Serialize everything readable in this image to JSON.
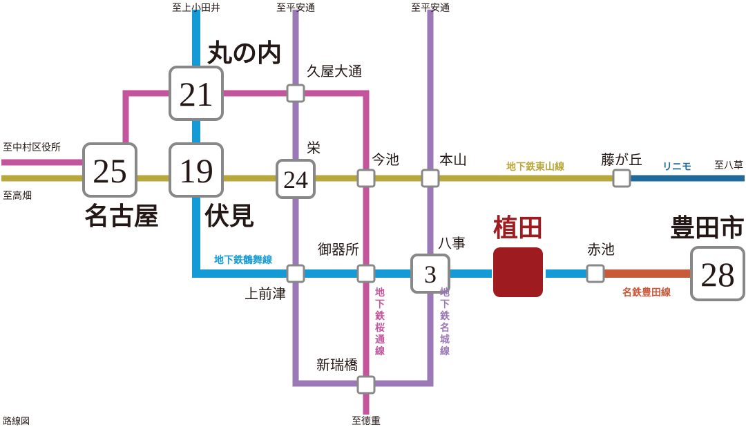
{
  "colors": {
    "tsurumai": "#149ad4",
    "higashiyama": "#b8a83c",
    "sakuradori": "#c3559c",
    "meijo": "#9b78b6",
    "linimo": "#1f6a9a",
    "meitetsu_toyota": "#c85a3a",
    "kamiiida_pink": "#c3559c",
    "target": "#9e1b20",
    "box_border": "#888888"
  },
  "directions": {
    "kamiotai": "至上小田井",
    "heian1": "至平安通",
    "heian2": "至平安通",
    "nakamura": "至中村区役所",
    "takabata": "至高畑",
    "yakusa": "至八草",
    "tokushige": "至徳重"
  },
  "stations": {
    "marunouchi": {
      "name": "丸の内",
      "minutes": "21"
    },
    "nagoya": {
      "name": "名古屋",
      "minutes": "25"
    },
    "fushimi": {
      "name": "伏見",
      "minutes": "19"
    },
    "sakae": {
      "name": "栄",
      "minutes": "24"
    },
    "yagoto": {
      "name": "八事",
      "minutes": "3"
    },
    "toyotashi": {
      "name": "豊田市",
      "minutes": "28"
    },
    "hisaya": {
      "name": "久屋大通"
    },
    "imaike": {
      "name": "今池"
    },
    "motoyama": {
      "name": "本山"
    },
    "fujigaoka": {
      "name": "藤が丘"
    },
    "gokiso": {
      "name": "御器所"
    },
    "kamimaezu": {
      "name": "上前津"
    },
    "shinmizuhashi": {
      "name": "新瑞橋"
    },
    "akaike": {
      "name": "赤池"
    },
    "ueda": {
      "name": "植田"
    }
  },
  "lines": {
    "higashiyama": "地下鉄東山線",
    "linimo": "リニモ",
    "tsurumai": "地下鉄鶴舞線",
    "meitetsu_toyota": "名鉄豊田線",
    "sakuradori": "地下鉄桜通線",
    "meijo": "地下鉄名城線"
  },
  "caption": "路線図"
}
